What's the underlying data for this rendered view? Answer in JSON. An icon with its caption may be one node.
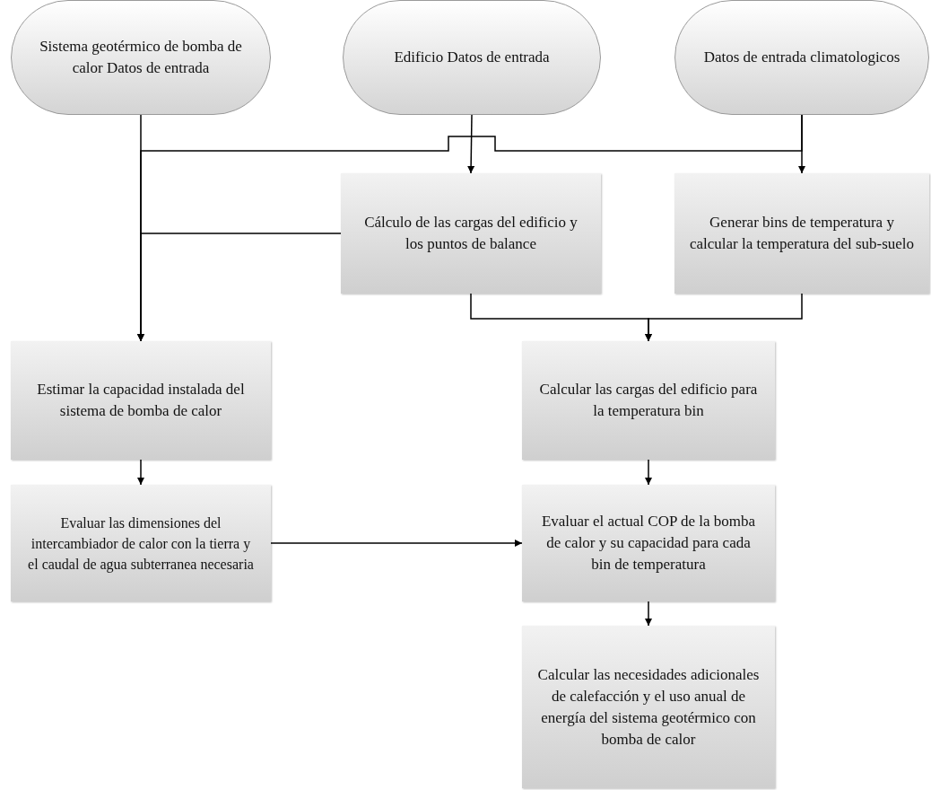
{
  "diagram": {
    "nodes": [
      {
        "text": [
          "Sistema geotérmico de bomba de calor Datos de entrada"
        ]
      },
      {
        "text": [
          "Edificio Datos de entrada"
        ]
      },
      {
        "text": [
          "Datos de entrada climatologicos"
        ]
      },
      {
        "text": [
          "Cálculo de las cargas del edificio y los puntos de balance"
        ]
      },
      {
        "text": [
          "Generar bins de temperatura y calcular la temperatura del sub-suelo"
        ]
      },
      {
        "text": [
          "Estimar la capacidad instalada del sistema de bomba de calor"
        ]
      },
      {
        "text": [
          "Calcular las cargas del edificio para la temperatura bin"
        ]
      },
      {
        "text": [
          "Evaluar las dimensiones del intercambiador de calor con la tierra y el caudal de agua subterranea necesaria"
        ]
      },
      {
        "text": [
          "Evaluar el actual COP de la bomba de calor y su capacidad para cada bin de temperatura"
        ]
      },
      {
        "text": [
          "Calcular las necesidades adicionales de calefacción y el uso anual de energía del sistema geotérmico con bomba de calor"
        ]
      }
    ],
    "edges": [
      {
        "from": 0,
        "to": 5,
        "arrow": "to"
      },
      {
        "from": 1,
        "to": 3,
        "arrow": "to"
      },
      {
        "from": 2,
        "to": 4,
        "arrow": "to"
      },
      {
        "from": 2,
        "to": 5,
        "arrow": "to"
      },
      {
        "from": 3,
        "to": 5,
        "arrow": "to"
      },
      {
        "from": 3,
        "to": 6,
        "arrow": "to"
      },
      {
        "from": 4,
        "to": 6,
        "arrow": "to"
      },
      {
        "from": 5,
        "to": 7,
        "arrow": "to"
      },
      {
        "from": 6,
        "to": 8,
        "arrow": "to"
      },
      {
        "from": 7,
        "to": 8,
        "arrow": "to"
      },
      {
        "from": 8,
        "to": 9,
        "arrow": "to"
      }
    ]
  }
}
